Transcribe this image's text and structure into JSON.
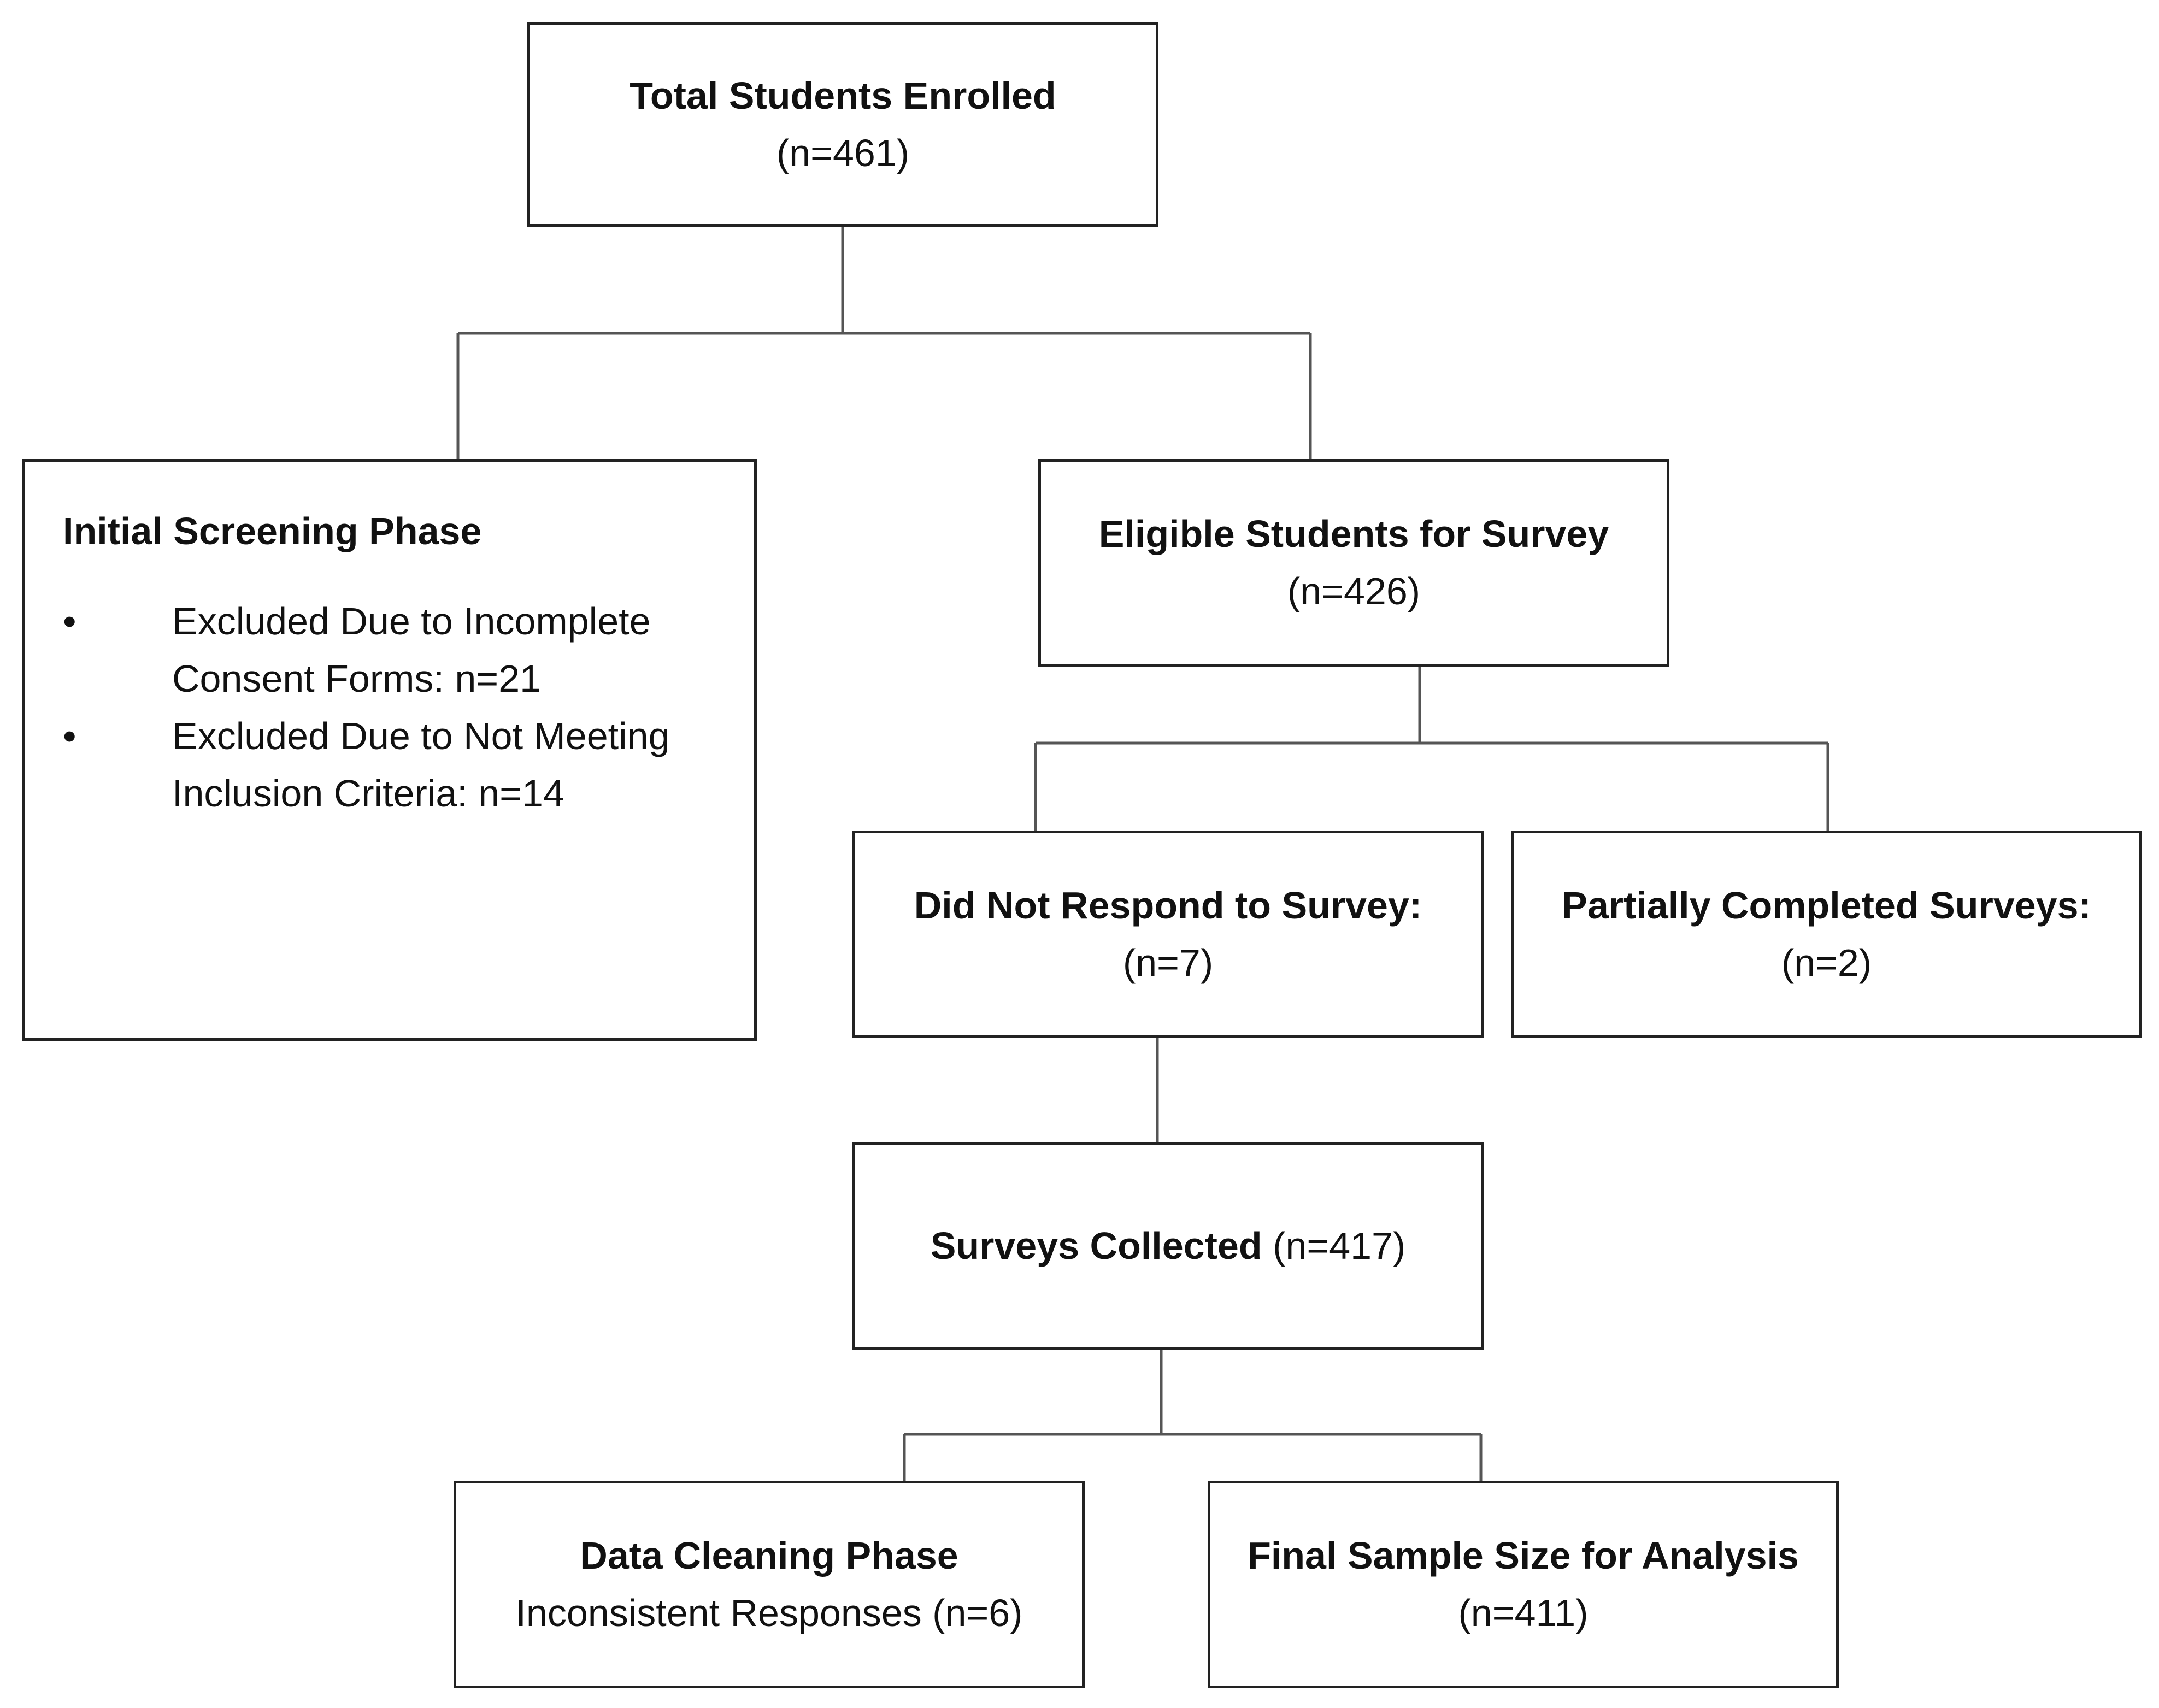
{
  "nodes": {
    "total_enrolled": {
      "title": "Total Students Enrolled",
      "count": "(n=461)"
    },
    "initial_screening": {
      "title": "Initial Screening Phase",
      "bullets": [
        "Excluded Due to Incomplete Consent Forms: n=21",
        "Excluded Due to Not Meeting Inclusion Criteria: n=14"
      ],
      "bullet_glyph": "•"
    },
    "eligible": {
      "title": "Eligible Students for Survey",
      "count": "(n=426)"
    },
    "did_not_respond": {
      "title": "Did Not Respond to Survey:",
      "count": "(n=7)"
    },
    "partially_completed": {
      "title": "Partially Completed Surveys:",
      "count": "(n=2)"
    },
    "surveys_collected": {
      "title": "Surveys Collected",
      "count": "(n=417)"
    },
    "data_cleaning": {
      "title": "Data Cleaning Phase",
      "detail": "Inconsistent Responses (n=6)"
    },
    "final_sample": {
      "title": "Final Sample Size for Analysis",
      "count": "(n=411)"
    }
  },
  "edges": [
    {
      "from": "total_enrolled",
      "to": "initial_screening"
    },
    {
      "from": "total_enrolled",
      "to": "eligible"
    },
    {
      "from": "eligible",
      "to": "did_not_respond"
    },
    {
      "from": "eligible",
      "to": "partially_completed"
    },
    {
      "from": "did_not_respond",
      "to": "surveys_collected"
    },
    {
      "from": "surveys_collected",
      "to": "data_cleaning"
    },
    {
      "from": "surveys_collected",
      "to": "final_sample"
    }
  ],
  "colors": {
    "line": "#555555",
    "border": "#222222",
    "text": "#111111",
    "background": "#ffffff"
  }
}
